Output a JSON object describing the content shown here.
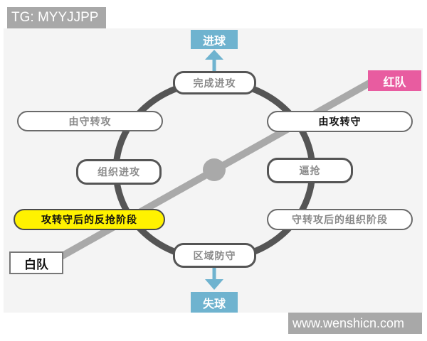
{
  "watermarks": {
    "top": "TG: MYYJJPP",
    "bottom": "www.wenshicn.com"
  },
  "diagram": {
    "outcomes": {
      "goal": "进球",
      "lose_ball": "失球"
    },
    "cycle_nodes": {
      "top": "完成进攻",
      "left": "组织进攻",
      "right": "逼抢",
      "bottom": "区域防守"
    },
    "transition_labels": {
      "defense_to_attack": "由守转攻",
      "attack_to_defense": "由攻转守",
      "counterpress_phase": "攻转守后的反抢阶段",
      "build_up_phase": "守转攻后的组织阶段"
    },
    "teams": {
      "red": "红队",
      "white": "白队"
    },
    "colors": {
      "outcome_blue": "#6fb3cf",
      "red_team": "#e85ca0",
      "highlight_yellow": "#fff200",
      "ring": "#555555",
      "team_axis": "#a9a9a9"
    }
  }
}
